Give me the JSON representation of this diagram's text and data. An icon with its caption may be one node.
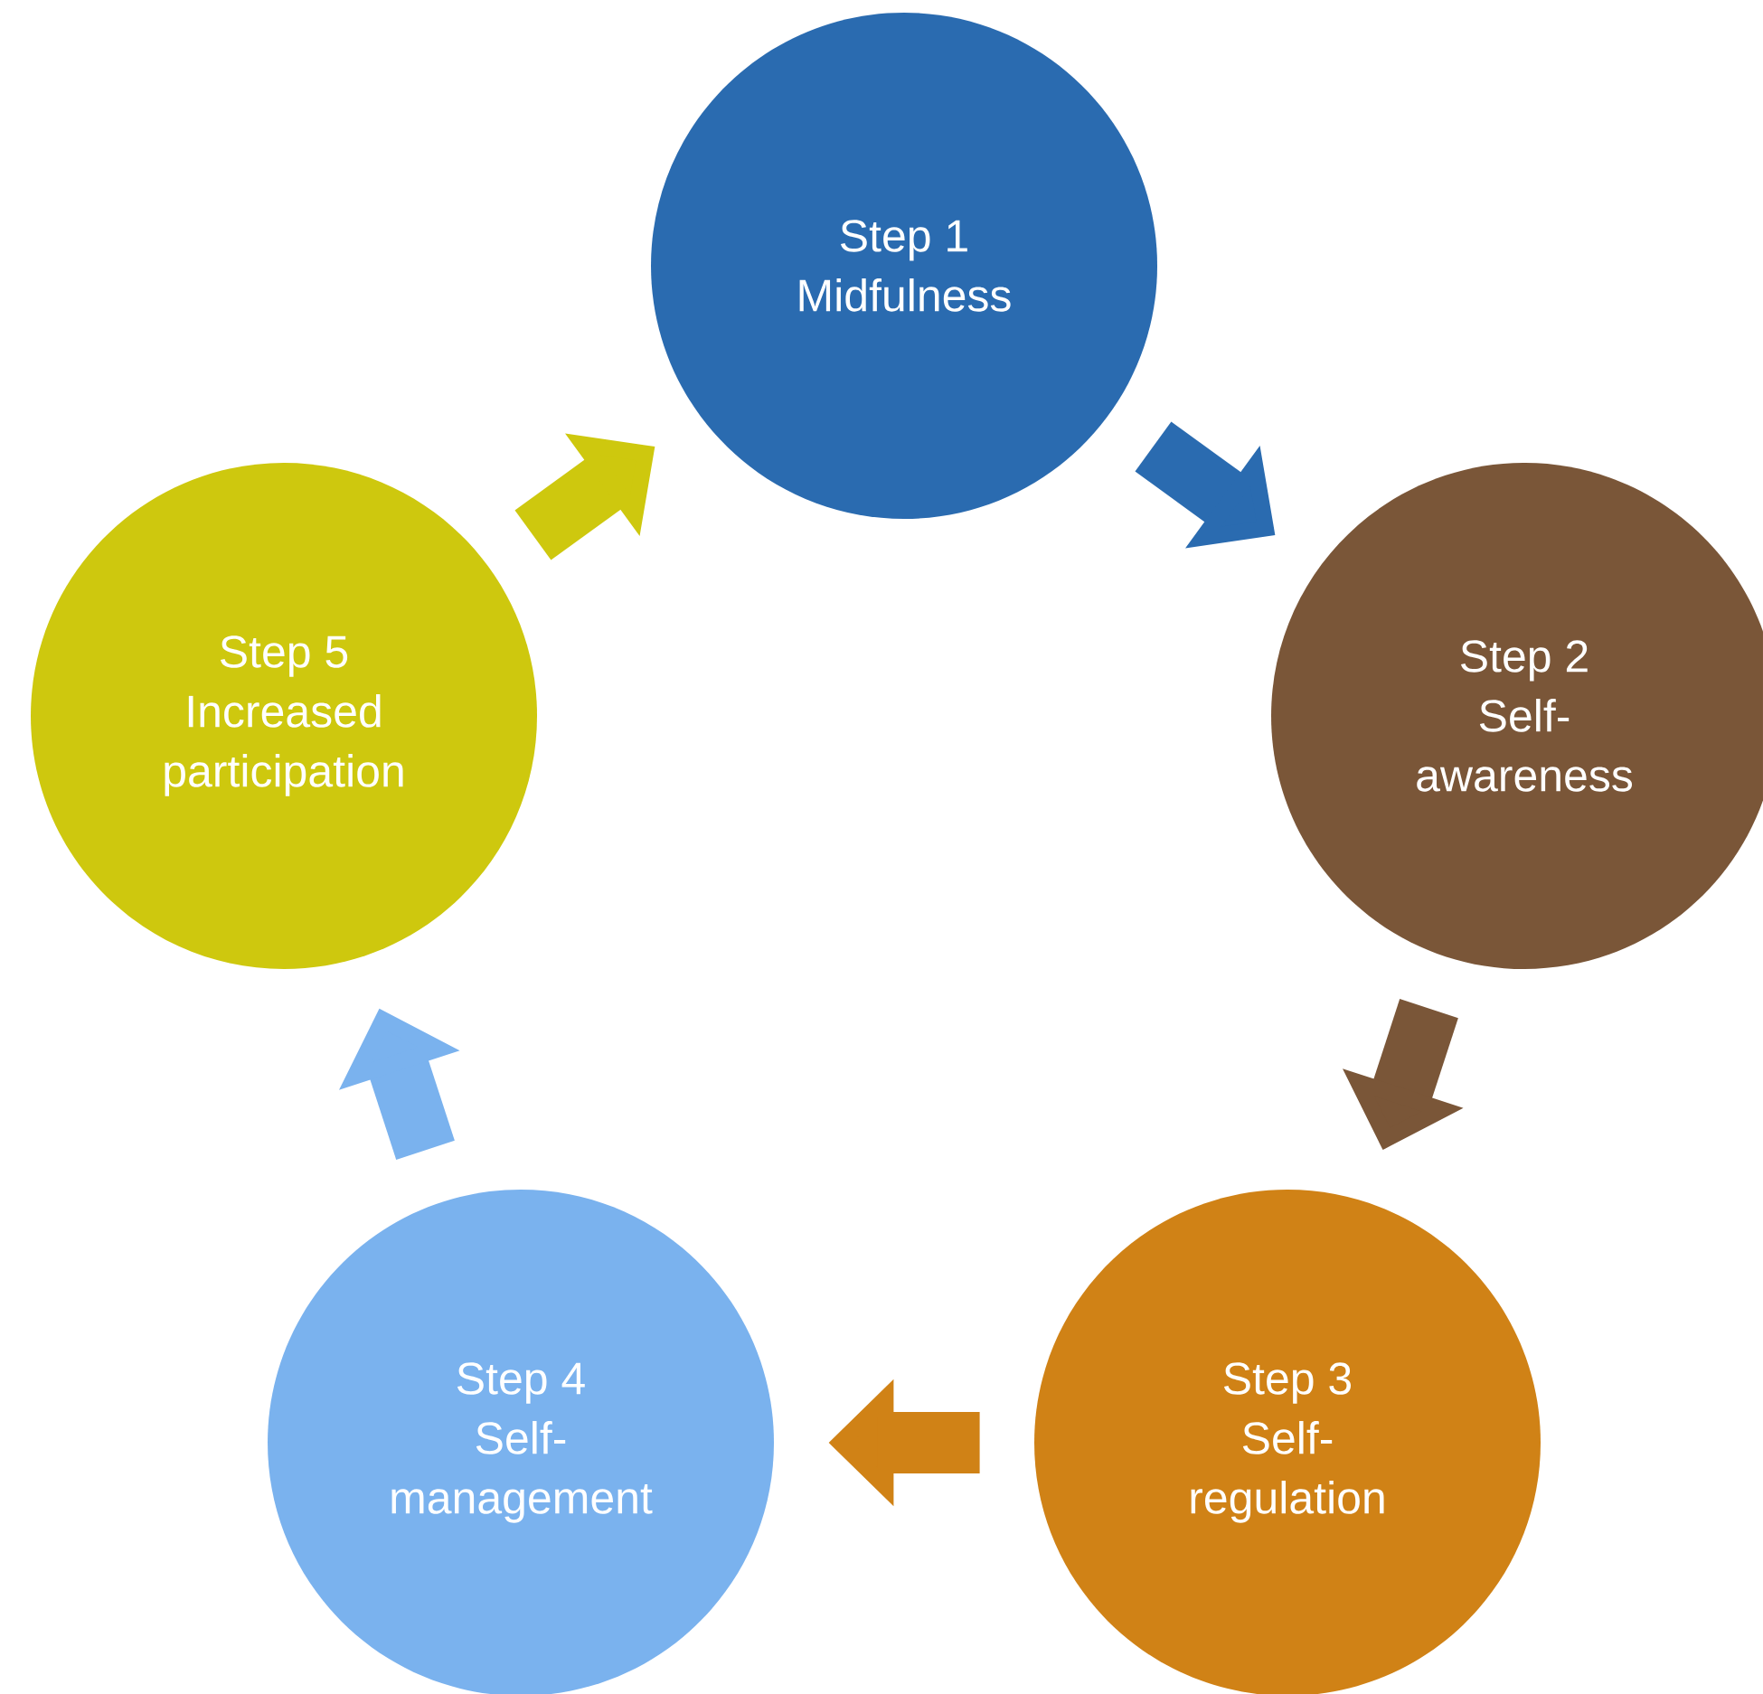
{
  "diagram": {
    "nodes": [
      {
        "text": [
          "Step 1",
          "Midfulness"
        ]
      },
      {
        "text": [
          "Step 2",
          "Self-awareness"
        ]
      },
      {
        "text": [
          "Step 3",
          "Self-regulation"
        ]
      },
      {
        "text": [
          "Step 4",
          "Self-management"
        ]
      },
      {
        "text": [
          "Step 5",
          "Increased participation"
        ]
      }
    ],
    "edges": [
      {
        "from": 0,
        "to": 1,
        "arrow": "to",
        "color": "#2a6bb0"
      },
      {
        "from": 1,
        "to": 2,
        "arrow": "to",
        "color": "#7a5638"
      },
      {
        "from": 2,
        "to": 3,
        "arrow": "to",
        "color": "#d08216"
      },
      {
        "from": 3,
        "to": 4,
        "arrow": "to",
        "color": "#7ab2ee"
      },
      {
        "from": 4,
        "to": 0,
        "arrow": "to",
        "color": "#cec80e"
      }
    ]
  }
}
